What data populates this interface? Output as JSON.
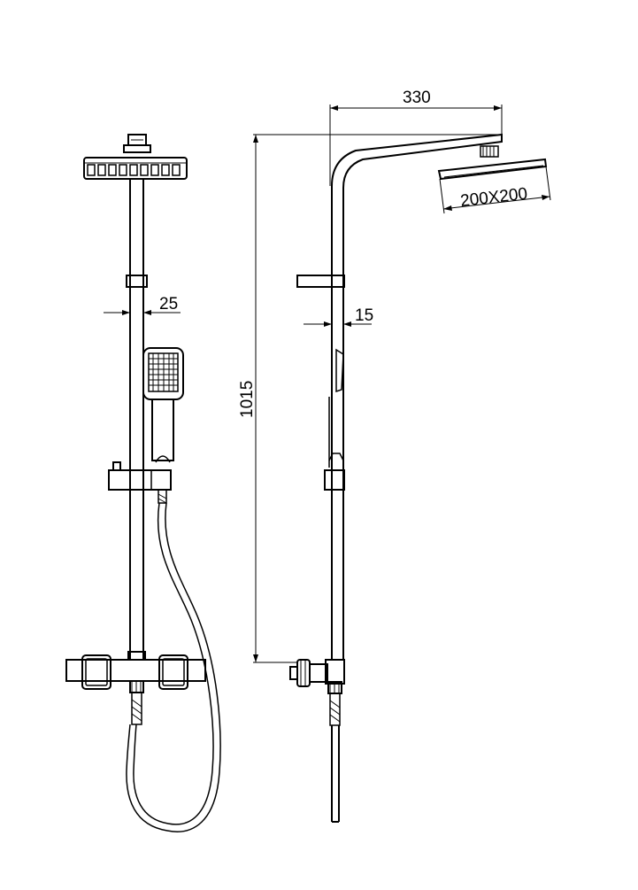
{
  "dimensions": {
    "arm_length": "330",
    "head_size": "200X200",
    "rail_diameter": "25",
    "side_rail_diameter": "15",
    "total_height": "1015"
  },
  "colors": {
    "line": "#000000",
    "background": "#ffffff"
  }
}
